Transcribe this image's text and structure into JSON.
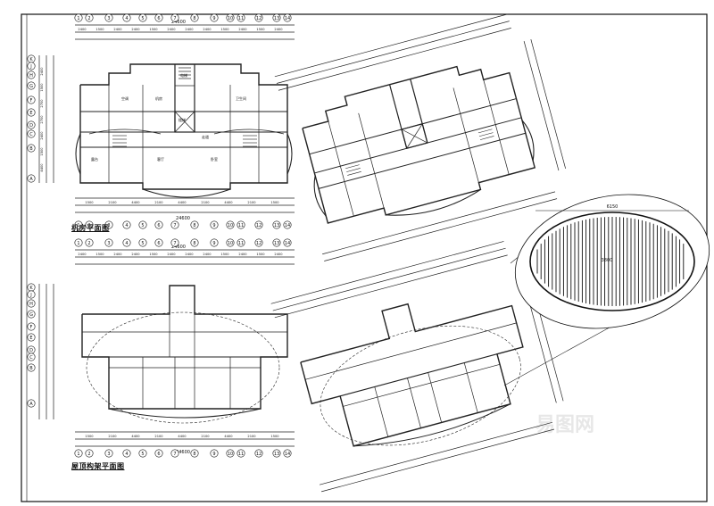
{
  "plans": {
    "machine_room_title": "机房平面图",
    "roof_structure_title": "屋顶构架平面图"
  },
  "detail": {
    "width_label": "6150",
    "height_label": "3800"
  },
  "dimensions": {
    "top_total": "24600",
    "top_segments": [
      "2400",
      "1500",
      "2400",
      "2400",
      "1500",
      "2400",
      "2400",
      "2400",
      "1500",
      "2400",
      "1500",
      "2400"
    ],
    "bottom_total": "24600",
    "bottom_segments": [
      "1500",
      "2100",
      "4400",
      "2100",
      "4400",
      "2100",
      "4400",
      "2100",
      "1500"
    ],
    "left_rows": [
      "2400",
      "1500",
      "2700",
      "2700",
      "2400",
      "1500",
      "4400"
    ]
  },
  "axis_labels": {
    "columns": [
      "1",
      "2",
      "3",
      "4",
      "5",
      "6",
      "7",
      "8",
      "9",
      "10",
      "11",
      "12",
      "13",
      "14"
    ],
    "rows": [
      "K",
      "J",
      "H",
      "G",
      "F",
      "E",
      "D",
      "C",
      "B",
      "A"
    ]
  },
  "room_labels": [
    "楼梯",
    "电梯",
    "机房",
    "空调",
    "卫生间",
    "走道",
    "露台",
    "客厅",
    "卧室"
  ],
  "watermark": "易图网"
}
